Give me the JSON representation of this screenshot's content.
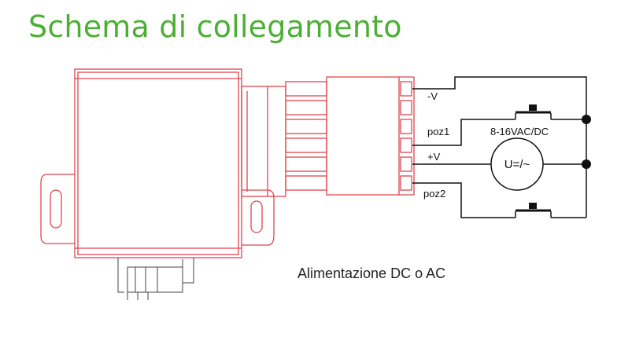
{
  "title": "Schema di collegamento",
  "caption": "Alimentazione DC o AC",
  "labels": {
    "neg_v": "-V",
    "poz1": "poz1",
    "voltage": "8-16VAC/DC",
    "pos_v": "+V",
    "meter": "U=/~",
    "poz2": "poz2"
  },
  "colors": {
    "title": "#4caf35",
    "device": "#e0454f",
    "wire": "#111111"
  }
}
